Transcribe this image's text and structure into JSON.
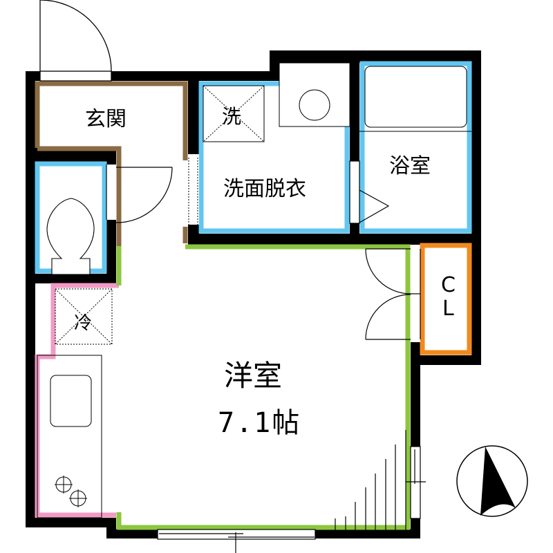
{
  "floor_plan": {
    "type": "apartment floor plan (1K)",
    "rooms": {
      "entrance": {
        "label": "玄関",
        "color": "#8B6B43"
      },
      "washing_machine": {
        "label": "洗"
      },
      "washroom": {
        "label": "洗面脱衣",
        "color": "#62C6F0"
      },
      "bathroom": {
        "label": "浴室",
        "color": "#62C6F0"
      },
      "toilet": {
        "color": "#62C6F0"
      },
      "refrigerator": {
        "label": "冷"
      },
      "kitchen": {
        "color": "#F19BC4"
      },
      "closet": {
        "label_line1": "C",
        "label_line2": "L",
        "color": "#F08A1E"
      },
      "western_room": {
        "label": "洋室",
        "area": "7.1帖",
        "color": "#8CC63F"
      }
    },
    "compass": {
      "icon": "north-arrow-icon"
    },
    "colors": {
      "wall": "#000000",
      "background": "#ffffff"
    }
  }
}
